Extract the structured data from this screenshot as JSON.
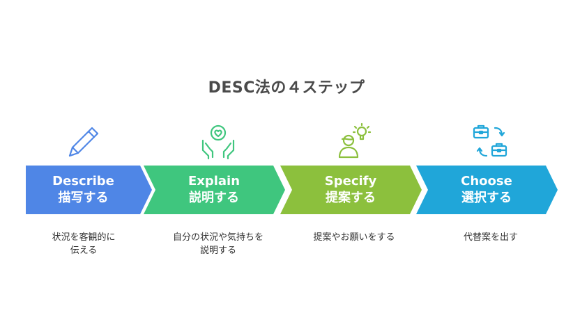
{
  "title": "DESC法の４ステップ",
  "steps": [
    {
      "name": "Describe",
      "jp": "描写する",
      "desc_lines": [
        "状況を客観的に",
        "伝える"
      ],
      "color": "#4f86e6",
      "icon": "pencil-icon"
    },
    {
      "name": "Explain",
      "jp": "説明する",
      "desc_lines": [
        "自分の状況や気持ちを",
        "説明する"
      ],
      "color": "#3fc67e",
      "icon": "heart-hands-icon"
    },
    {
      "name": "Specify",
      "jp": "提案する",
      "desc_lines": [
        "提案やお願いをする"
      ],
      "color": "#8cc03d",
      "icon": "person-idea-icon"
    },
    {
      "name": "Choose",
      "jp": "選択する",
      "desc_lines": [
        "代替案を出す"
      ],
      "color": "#20a6d9",
      "icon": "briefcase-swap-icon"
    }
  ]
}
